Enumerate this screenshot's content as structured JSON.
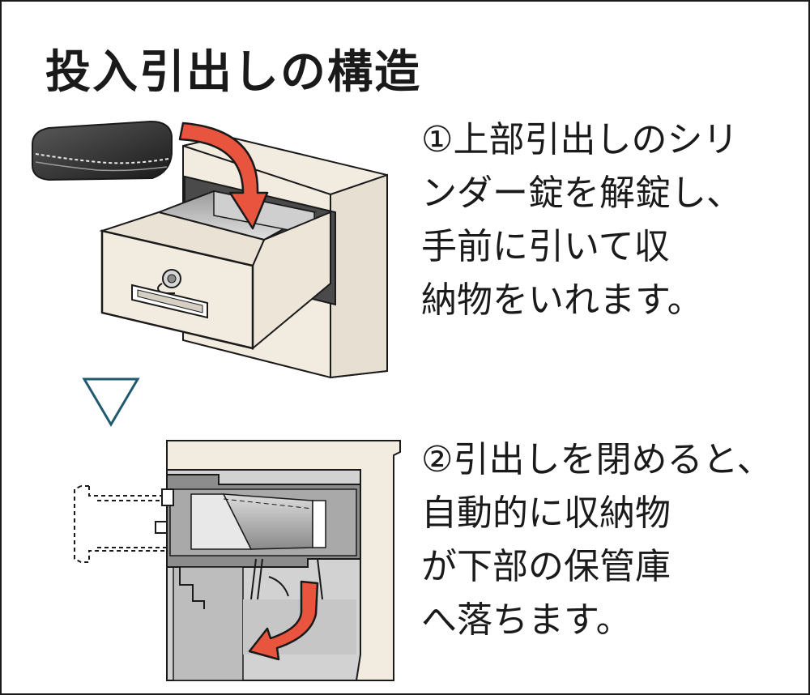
{
  "title": "投入引出しの構造",
  "steps": [
    {
      "lines": [
        "①上部引出しのシリ",
        "ンダー錠を解錠し、",
        "手前に引いて収",
        "納物をいれます。"
      ]
    },
    {
      "lines": [
        "②引出しを閉めると、",
        "自動的に収納物",
        "が下部の保管庫",
        "へ落ちます。"
      ]
    }
  ],
  "colors": {
    "cabinet": "#f1ebe0",
    "arrow": "#e8543e",
    "drawer_interior": "#b9b9b9",
    "triangle": "#1f5a6e",
    "outline": "#1a1a1a"
  }
}
